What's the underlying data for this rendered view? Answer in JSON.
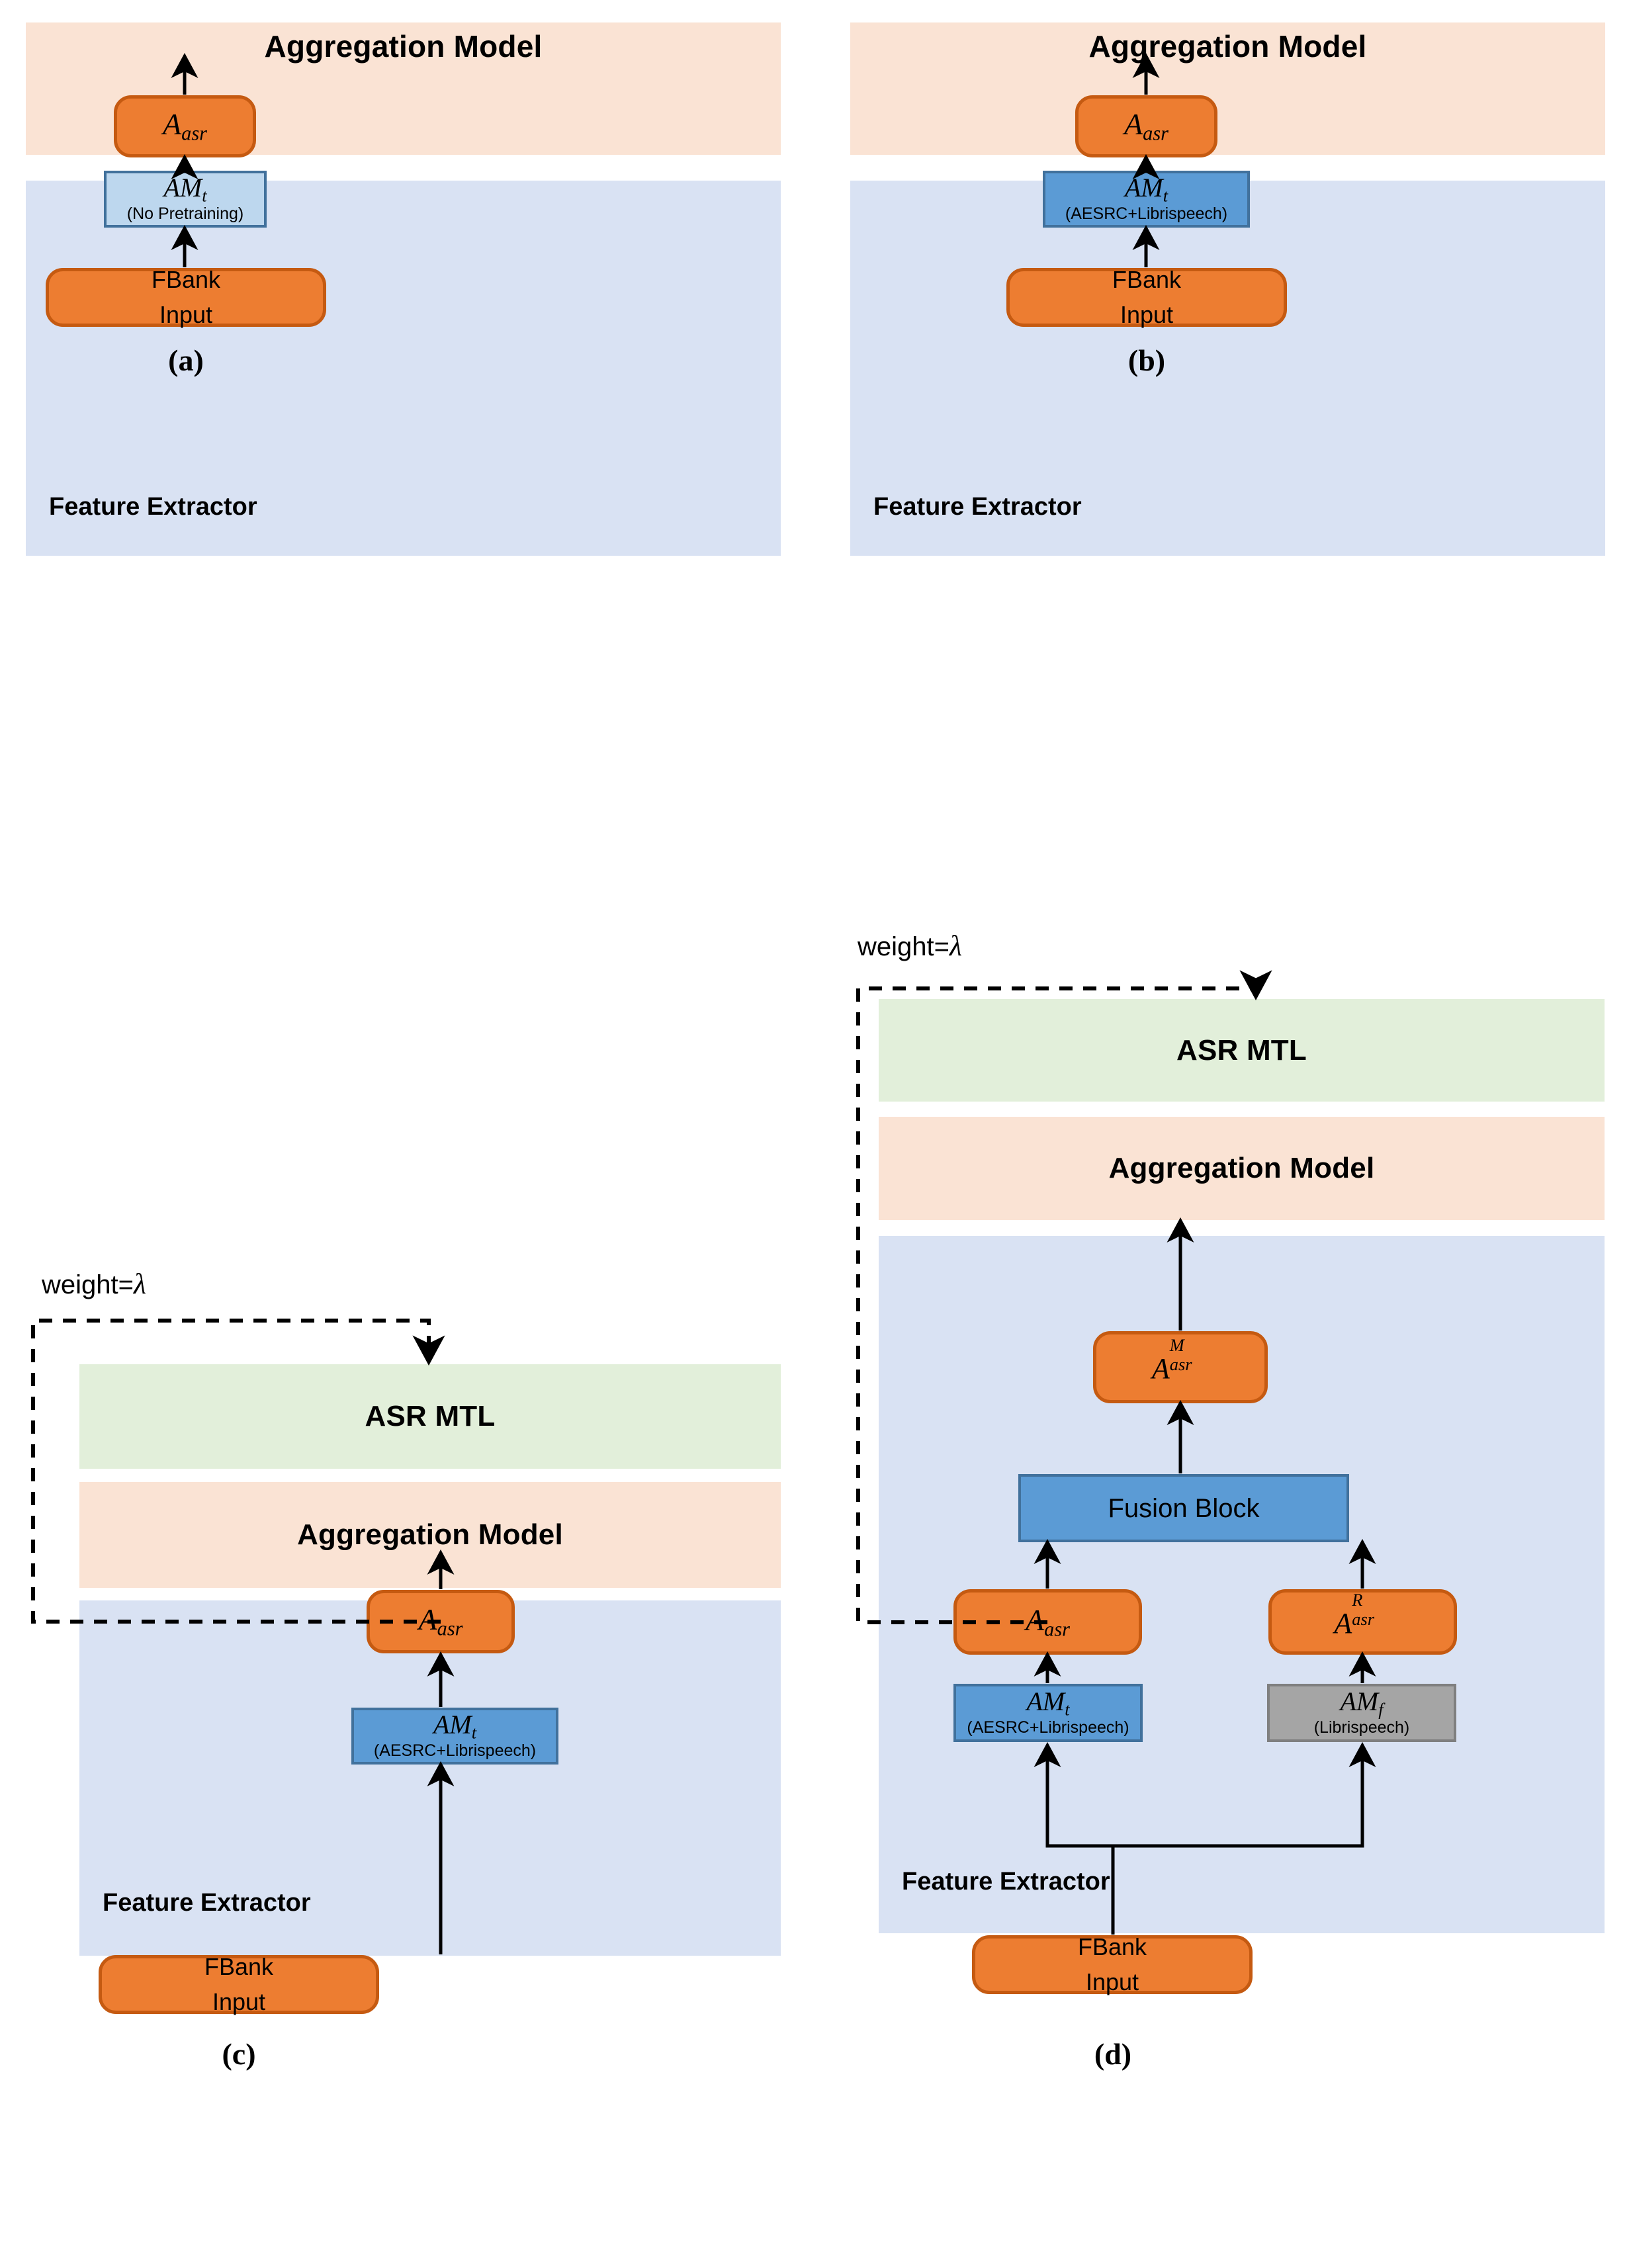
{
  "figure": {
    "panels": [
      {
        "id": "a",
        "caption": "(a)",
        "aggregation_label": "Aggregation Model",
        "feature_extractor_label": "Feature Extractor",
        "asr_module": {
          "base": "A",
          "sub": "asr"
        },
        "am_module": {
          "base": "AM",
          "sub": "t",
          "note": "(No Pretraining)",
          "style": "light-blue"
        },
        "input_box": {
          "line1": "FBank",
          "line2": "Input"
        }
      },
      {
        "id": "b",
        "caption": "(b)",
        "aggregation_label": "Aggregation Model",
        "feature_extractor_label": "Feature Extractor",
        "asr_module": {
          "base": "A",
          "sub": "asr"
        },
        "am_module": {
          "base": "AM",
          "sub": "t",
          "note": "(AESRC+Librispeech)",
          "style": "mid-blue"
        },
        "input_box": {
          "line1": "FBank",
          "line2": "Input"
        }
      },
      {
        "id": "c",
        "caption": "(c)",
        "weight_label": "weight=",
        "weight_symbol": "λ",
        "mtl_label": "ASR MTL",
        "aggregation_label": "Aggregation Model",
        "feature_extractor_label": "Feature Extractor",
        "asr_module": {
          "base": "A",
          "sub": "asr"
        },
        "am_module": {
          "base": "AM",
          "sub": "t",
          "note": "(AESRC+Librispeech)",
          "style": "mid-blue"
        },
        "input_box": {
          "line1": "FBank",
          "line2": "Input"
        }
      },
      {
        "id": "d",
        "caption": "(d)",
        "weight_label": "weight=",
        "weight_symbol": "λ",
        "mtl_label": "ASR MTL",
        "aggregation_label": "Aggregation Model",
        "feature_extractor_label": "Feature Extractor",
        "fused_asr_module": {
          "base": "A",
          "sup": "M",
          "sub": "asr"
        },
        "fusion_block_label": "Fusion Block",
        "asr_module_left": {
          "base": "A",
          "sub": "asr"
        },
        "asr_module_right": {
          "base": "A",
          "sup": "R",
          "sub": "asr"
        },
        "am_module_left": {
          "base": "AM",
          "sub": "t",
          "note": "(AESRC+Librispeech)",
          "style": "mid-blue"
        },
        "am_module_right": {
          "base": "AM",
          "sub": "f",
          "note": "(Librispeech)",
          "style": "gray"
        },
        "input_box": {
          "line1": "FBank",
          "line2": "Input"
        }
      }
    ],
    "colors": {
      "aggregation_band": "#FAE3D4",
      "feature_band": "#D9E2F3",
      "mtl_band": "#E2EFDA",
      "orange_fill": "#ED7D31",
      "orange_border": "#C55A11",
      "light_blue_fill": "#BDD7EE",
      "mid_blue_fill": "#5B9BD5",
      "blue_border": "#41719C",
      "gray_fill": "#A5A5A5",
      "gray_border": "#7F7F7F",
      "arrow": "#000000"
    }
  }
}
